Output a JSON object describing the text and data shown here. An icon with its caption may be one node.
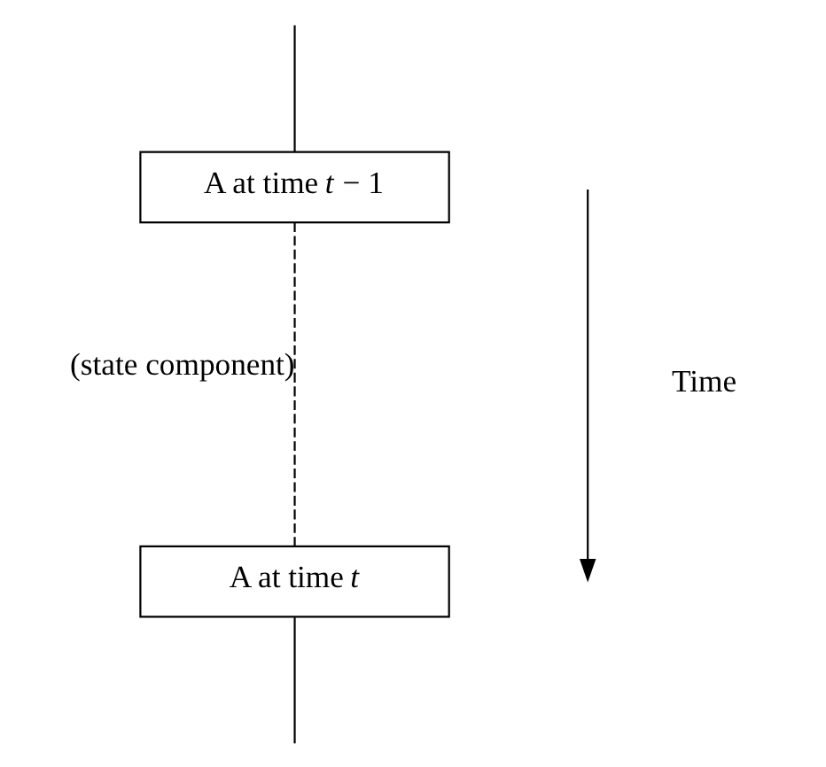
{
  "diagram": {
    "nodes": [
      {
        "text": [
          "A at time *t* − 1"
        ]
      },
      {
        "text": [
          "A at time *t*"
        ]
      }
    ],
    "edges": [
      {
        "from": null,
        "to": 0,
        "arrow": "none"
      },
      {
        "from": 0,
        "to": 1,
        "arrow": "none",
        "style": "dashed",
        "label": "(state component)"
      },
      {
        "from": 1,
        "to": null,
        "arrow": "none"
      }
    ],
    "labels": [
      "Time"
    ]
  }
}
